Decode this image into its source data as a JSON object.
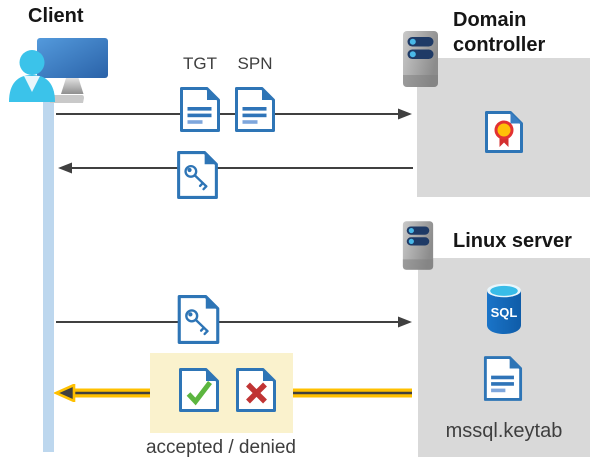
{
  "client": {
    "label": "Client"
  },
  "domain_controller": {
    "label": "Domain controller"
  },
  "linux_server": {
    "label": "Linux server",
    "sql_badge": "SQL",
    "keytab_label": "mssql.keytab"
  },
  "flow": {
    "tgt_label": "TGT",
    "spn_label": "SPN",
    "result_label": "accepted / denied"
  },
  "colors": {
    "doc_blue": "#2E75B6",
    "doc_line_light": "#7EA6DC",
    "box_gray": "#D9D9D9",
    "highlight_yellow": "#FAF2CD",
    "arrow_dark": "#404040",
    "arrow_yellow": "#FFC000",
    "lifeline_blue": "#BDD7EE",
    "check_green": "#5CB53F",
    "cross_red": "#C03434",
    "sql_blue": "#1467B8",
    "sql_cyan": "#38BCE8",
    "server_navy": "#1E3A66",
    "server_dot_blue": "#49B8E8",
    "person_cyan": "#3BC3EA",
    "cert_gold": "#FFC008",
    "cert_red": "#D32F2F"
  }
}
